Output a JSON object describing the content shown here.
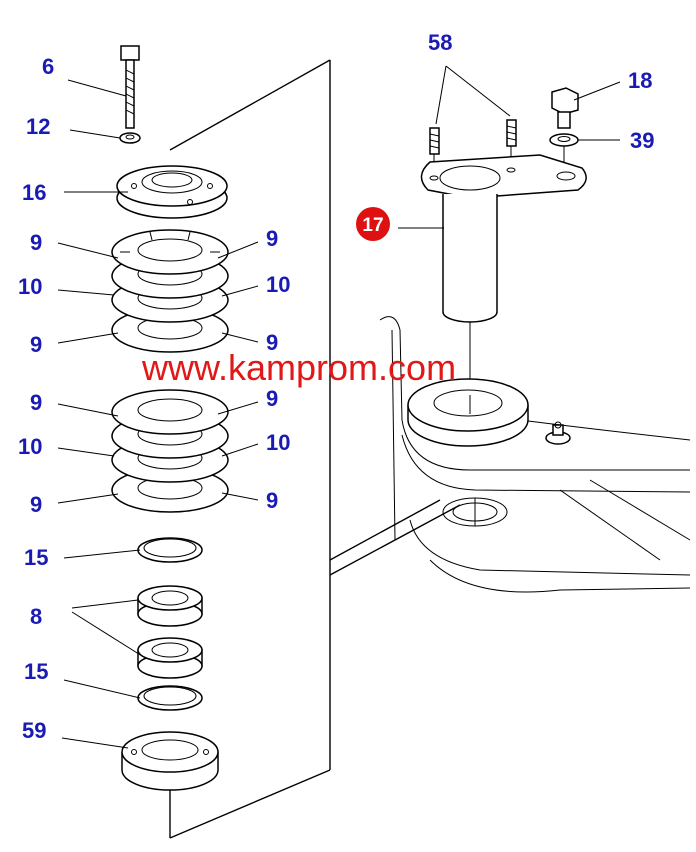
{
  "watermark": "www.kamprom.com",
  "badge": "17",
  "callouts": {
    "c6": "6",
    "c12": "12",
    "c16": "16",
    "c9a": "9",
    "c9b": "9",
    "c9c": "9",
    "c9d": "9",
    "c9e": "9",
    "c9f": "9",
    "c9g": "9",
    "c9h": "9",
    "c10a": "10",
    "c10b": "10",
    "c10c": "10",
    "c10d": "10",
    "c15a": "15",
    "c15b": "15",
    "c8": "8",
    "c59": "59",
    "c58": "58",
    "c18": "18",
    "c39": "39"
  },
  "colors": {
    "callout": "#1a1ab4",
    "watermark": "#e01818",
    "badge": "#dd1111"
  }
}
